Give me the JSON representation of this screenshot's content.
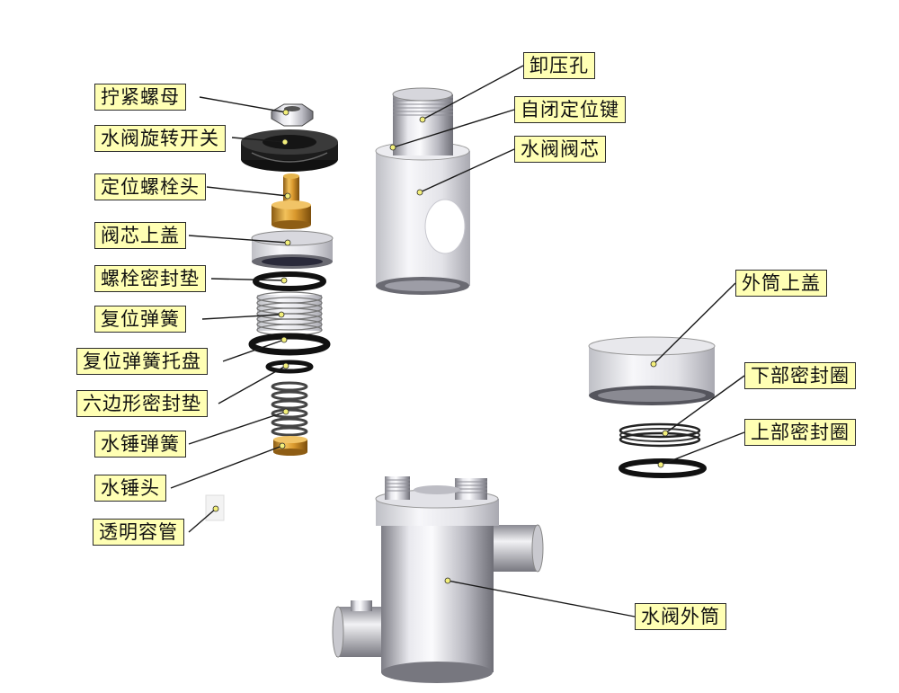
{
  "labels": {
    "tighten_nut": "拧紧螺母",
    "rotary_switch": "水阀旋转开关",
    "locating_bolt_head": "定位螺栓头",
    "core_cap": "阀芯上盖",
    "bolt_seal_gasket": "螺栓密封垫",
    "return_spring": "复位弹簧",
    "return_spring_tray": "复位弹簧托盘",
    "hex_seal_gasket": "六边形密封垫",
    "hammer_spring": "水锤弹簧",
    "hammer_head": "水锤头",
    "transparent_tube": "透明容管",
    "relief_hole": "卸压孔",
    "self_lock_key": "自闭定位键",
    "valve_core": "水阀阀芯",
    "outer_cap": "外筒上盖",
    "lower_seal_ring": "下部密封圈",
    "upper_seal_ring": "上部密封圈",
    "valve_outer_barrel": "水阀外筒"
  }
}
